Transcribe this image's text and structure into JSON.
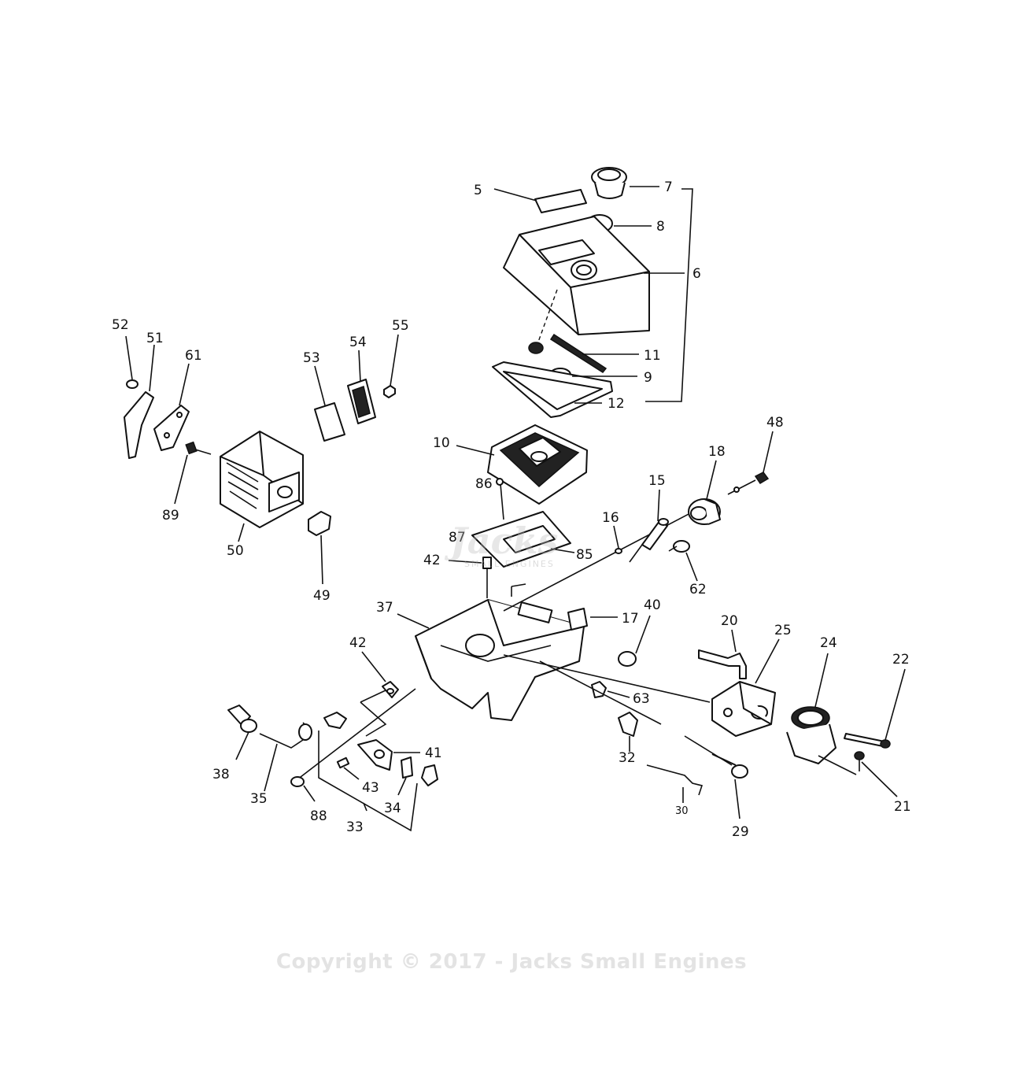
{
  "diagram": {
    "callouts": {
      "c5": "5",
      "c7": "7",
      "c8": "8",
      "c6": "6",
      "c11": "11",
      "c9": "9",
      "c12": "12",
      "c10": "10",
      "c52": "52",
      "c51": "51",
      "c61": "61",
      "c53": "53",
      "c54": "54",
      "c55": "55",
      "c89": "89",
      "c50": "50",
      "c49": "49",
      "c86": "86",
      "c87": "87",
      "c85": "85",
      "c42a": "42",
      "c16": "16",
      "c15": "15",
      "c18": "18",
      "c48": "48",
      "c62": "62",
      "c37": "37",
      "c17": "17",
      "c40": "40",
      "c20": "20",
      "c25": "25",
      "c24": "24",
      "c22": "22",
      "c42b": "42",
      "c63": "63",
      "c41": "41",
      "c38": "38",
      "c35": "35",
      "c43": "43",
      "c34": "34",
      "c88": "88",
      "c33": "33",
      "c32": "32",
      "c30": "30",
      "c29": "29",
      "c21": "21"
    },
    "watermark": {
      "copyright": "Copyright © 2017 - Jacks Small Engines",
      "logo_brand": "Jacks",
      "logo_sub": "SMALL ENGINES"
    }
  }
}
